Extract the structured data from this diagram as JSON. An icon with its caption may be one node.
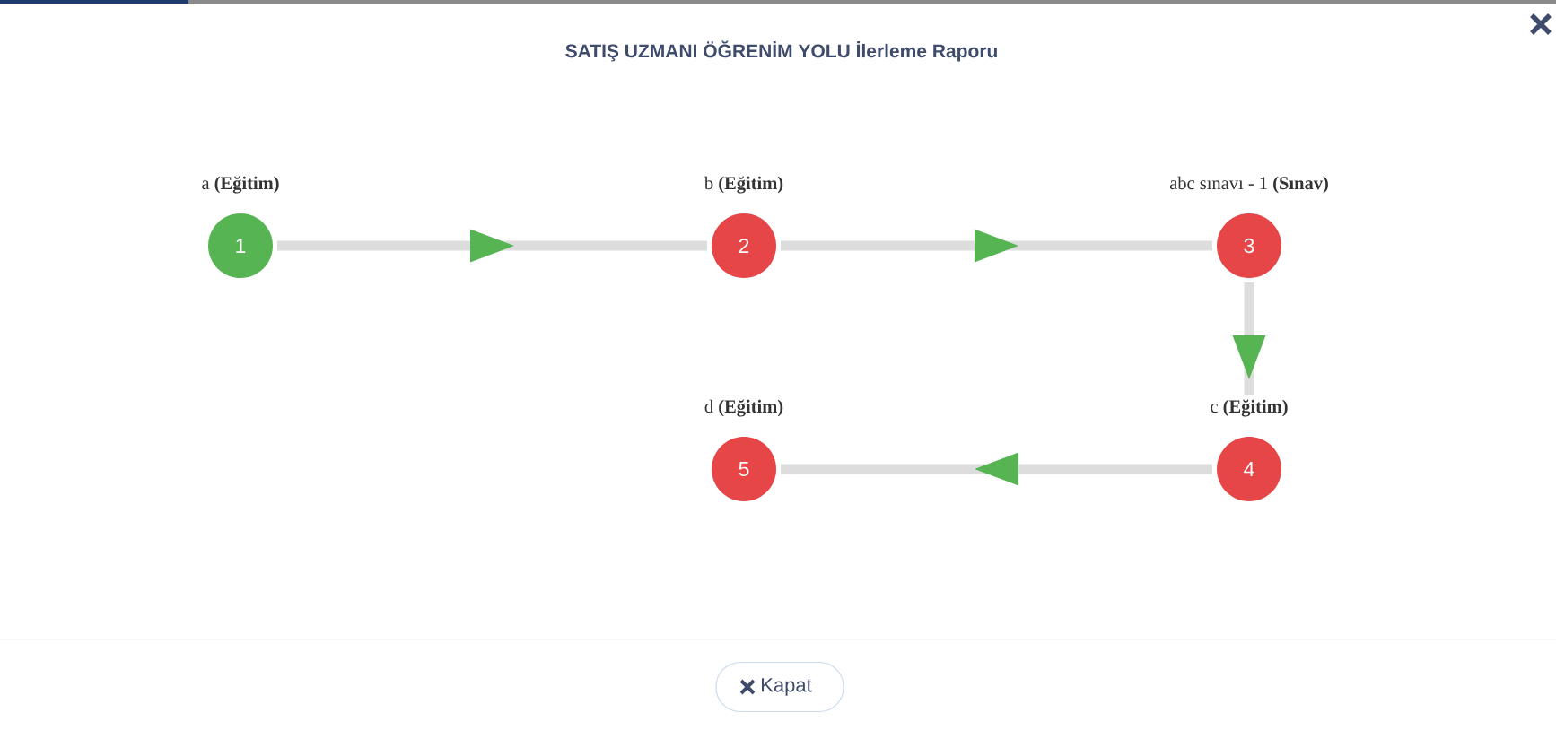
{
  "diagram": {
    "title": "SATIŞ UZMANI ÖĞRENİM YOLU İlerleme Raporu",
    "nodes": [
      {
        "text": [
          "a **(Eğitim)**",
          "1"
        ]
      },
      {
        "text": [
          "b **(Eğitim)**",
          "2"
        ]
      },
      {
        "text": [
          "abc sınavı - 1 **(Sınav)**",
          "3"
        ]
      },
      {
        "text": [
          "c **(Eğitim)**",
          "4"
        ]
      },
      {
        "text": [
          "d **(Eğitim)**",
          "5"
        ]
      }
    ],
    "edges": [
      {
        "from": 0,
        "to": 1,
        "arrow": "to"
      },
      {
        "from": 1,
        "to": 2,
        "arrow": "to"
      },
      {
        "from": 2,
        "to": 3,
        "arrow": "to"
      },
      {
        "from": 3,
        "to": 4,
        "arrow": "to"
      }
    ],
    "labels": [
      "Kapat"
    ]
  }
}
